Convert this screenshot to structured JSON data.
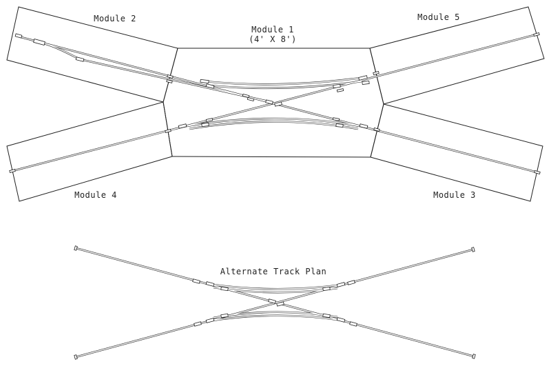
{
  "colors": {
    "background": "#ffffff",
    "line": "#1f1f1f"
  },
  "diagram": {
    "modules": [
      {
        "name": "Module 1",
        "size": "(4' X 8')"
      },
      {
        "name": "Module 2"
      },
      {
        "name": "Module 3"
      },
      {
        "name": "Module 4"
      },
      {
        "name": "Module 5"
      }
    ],
    "alternate_plan_title": "Alternate Track Plan"
  }
}
